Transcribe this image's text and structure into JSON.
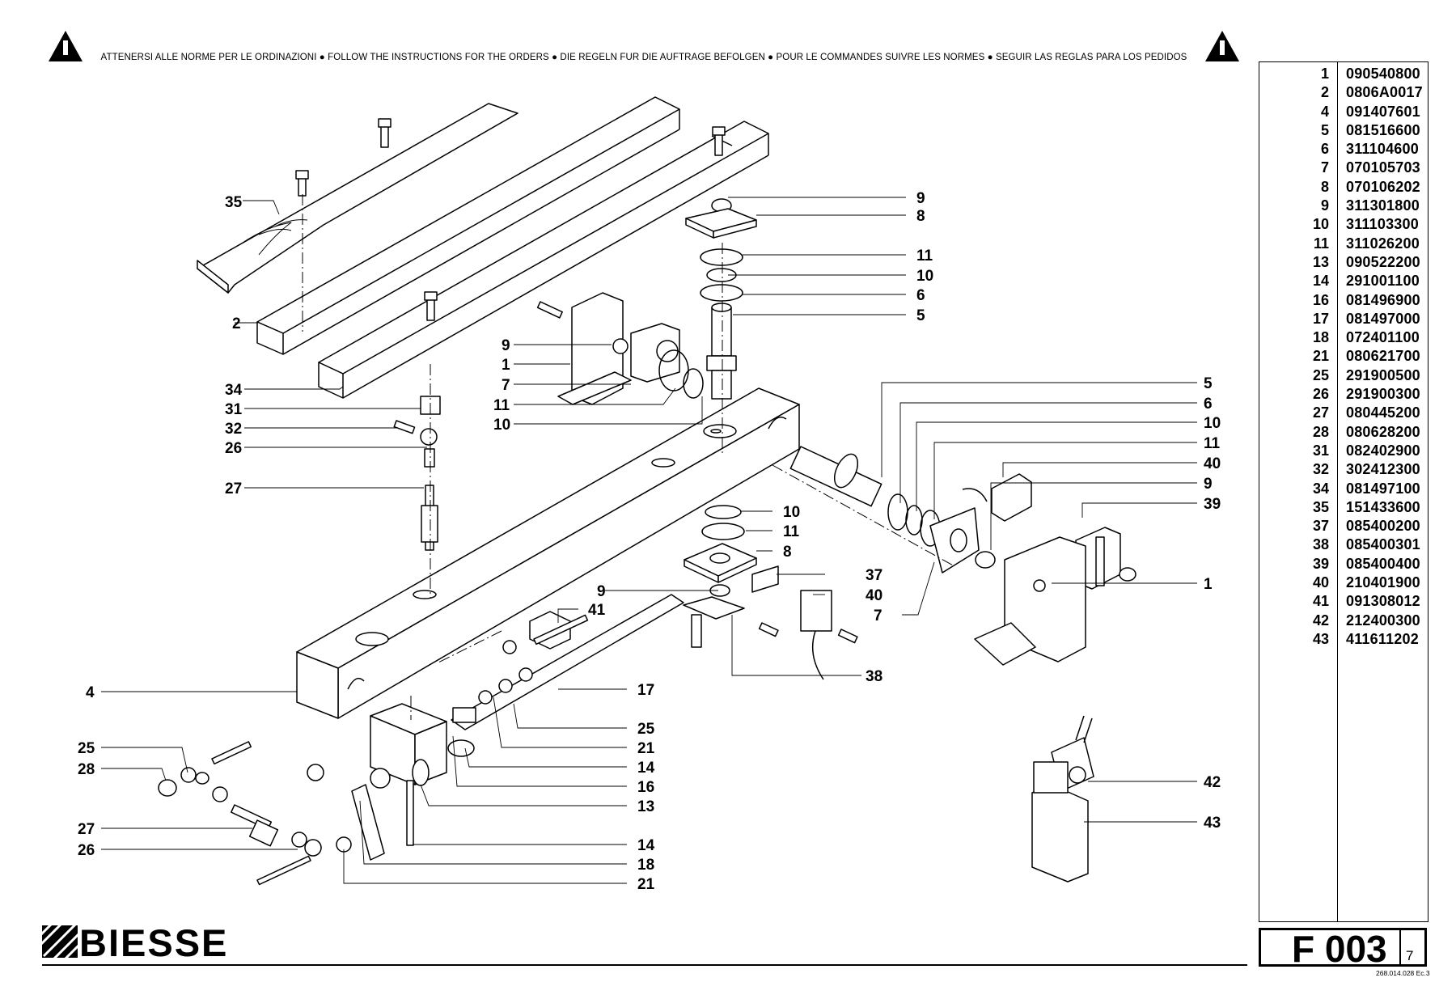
{
  "notice": "ATTENERSI ALLE NORME PER LE ORDINAZIONI  ●  FOLLOW THE INSTRUCTIONS FOR THE ORDERS ●  DIE REGELN FUR DIE AUFTRAGE BEFOLGEN  ●  POUR LE COMMANDES SUIVRE LES NORMES  ●  SEGUIR LAS REGLAS PARA LOS PEDIDOS",
  "parts": [
    {
      "num": "1",
      "code": "090540800"
    },
    {
      "num": "2",
      "code": "0806A0017"
    },
    {
      "num": "4",
      "code": "091407601"
    },
    {
      "num": "5",
      "code": "081516600"
    },
    {
      "num": "6",
      "code": "311104600"
    },
    {
      "num": "7",
      "code": "070105703"
    },
    {
      "num": "8",
      "code": "070106202"
    },
    {
      "num": "9",
      "code": "311301800"
    },
    {
      "num": "10",
      "code": "311103300"
    },
    {
      "num": "11",
      "code": "311026200"
    },
    {
      "num": "13",
      "code": "090522200"
    },
    {
      "num": "14",
      "code": "291001100"
    },
    {
      "num": "16",
      "code": "081496900"
    },
    {
      "num": "17",
      "code": "081497000"
    },
    {
      "num": "18",
      "code": "072401100"
    },
    {
      "num": "21",
      "code": "080621700"
    },
    {
      "num": "25",
      "code": "291900500"
    },
    {
      "num": "26",
      "code": "291900300"
    },
    {
      "num": "27",
      "code": "080445200"
    },
    {
      "num": "28",
      "code": "080628200"
    },
    {
      "num": "31",
      "code": "082402900"
    },
    {
      "num": "32",
      "code": "302412300"
    },
    {
      "num": "34",
      "code": "081497100"
    },
    {
      "num": "35",
      "code": "151433600"
    },
    {
      "num": "37",
      "code": "085400200"
    },
    {
      "num": "38",
      "code": "085400301"
    },
    {
      "num": "39",
      "code": "085400400"
    },
    {
      "num": "40",
      "code": "210401900"
    },
    {
      "num": "41",
      "code": "091308012"
    },
    {
      "num": "42",
      "code": "212400300"
    },
    {
      "num": "43",
      "code": "411611202"
    }
  ],
  "callouts": {
    "c35": "35",
    "c2": "2",
    "c34": "34",
    "c31": "31",
    "c32": "32",
    "c26a": "26",
    "c27a": "27",
    "c9a": "9",
    "c1a": "1",
    "c7a": "7",
    "c11a": "11",
    "c10a": "10",
    "c9b": "9",
    "c8a": "8",
    "c11b": "11",
    "c10b": "10",
    "c6a": "6",
    "c5a": "5",
    "c5b": "5",
    "c6b": "6",
    "c10c": "10",
    "c11c": "11",
    "c40a": "40",
    "c9c": "9",
    "c39": "39",
    "c1b": "1",
    "c7b": "7",
    "c10d": "10",
    "c11d": "11",
    "c8b": "8",
    "c37": "37",
    "c9d": "9",
    "c40b": "40",
    "c41": "41",
    "c38": "38",
    "c4": "4",
    "c17": "17",
    "c25a": "25",
    "c21a": "21",
    "c14a": "14",
    "c16": "16",
    "c13": "13",
    "c14b": "14",
    "c18": "18",
    "c21b": "21",
    "c25b": "25",
    "c28": "28",
    "c27b": "27",
    "c26b": "26",
    "c42": "42",
    "c43": "43"
  },
  "logo": "BIESSE",
  "sheet": {
    "code": "F 003",
    "rev": "7"
  },
  "doc_code": "268.014.028 Ec.3"
}
